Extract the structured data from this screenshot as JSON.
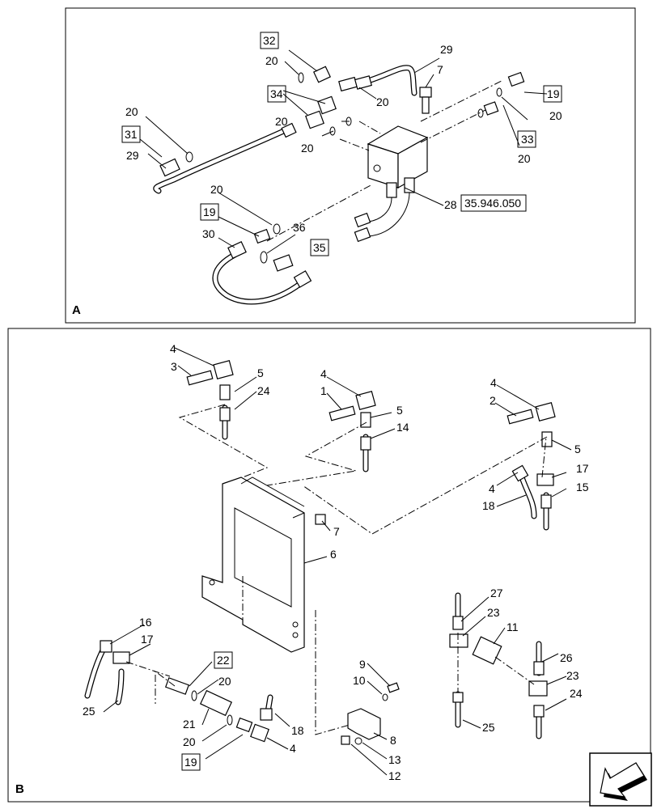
{
  "panels": [
    {
      "id": "A",
      "letter": "A"
    },
    {
      "id": "B",
      "letter": "B"
    }
  ],
  "panel_a": {
    "callouts": [
      {
        "text": "32",
        "boxed": true
      },
      {
        "text": "20",
        "boxed": false
      },
      {
        "text": "29",
        "boxed": false
      },
      {
        "text": "7",
        "boxed": false
      },
      {
        "text": "34",
        "boxed": true
      },
      {
        "text": "20",
        "boxed": false
      },
      {
        "text": "20",
        "boxed": false
      },
      {
        "text": "19",
        "boxed": true
      },
      {
        "text": "20",
        "boxed": false
      },
      {
        "text": "20",
        "boxed": false
      },
      {
        "text": "33",
        "boxed": true
      },
      {
        "text": "20",
        "boxed": false
      },
      {
        "text": "31",
        "boxed": true
      },
      {
        "text": "29",
        "boxed": false
      },
      {
        "text": "20",
        "boxed": false
      },
      {
        "text": "20",
        "boxed": false
      },
      {
        "text": "19",
        "boxed": true
      },
      {
        "text": "36",
        "boxed": false
      },
      {
        "text": "30",
        "boxed": false
      },
      {
        "text": "35",
        "boxed": true
      },
      {
        "text": "28",
        "boxed": false
      },
      {
        "text": "35.946.050",
        "boxed": true
      }
    ]
  },
  "panel_b": {
    "callouts": [
      {
        "text": "4"
      },
      {
        "text": "3"
      },
      {
        "text": "5"
      },
      {
        "text": "24"
      },
      {
        "text": "4"
      },
      {
        "text": "1"
      },
      {
        "text": "5"
      },
      {
        "text": "14"
      },
      {
        "text": "4"
      },
      {
        "text": "2"
      },
      {
        "text": "5"
      },
      {
        "text": "4"
      },
      {
        "text": "17"
      },
      {
        "text": "15"
      },
      {
        "text": "18"
      },
      {
        "text": "7"
      },
      {
        "text": "6"
      },
      {
        "text": "27"
      },
      {
        "text": "23"
      },
      {
        "text": "11"
      },
      {
        "text": "26"
      },
      {
        "text": "23"
      },
      {
        "text": "24"
      },
      {
        "text": "25"
      },
      {
        "text": "16"
      },
      {
        "text": "17"
      },
      {
        "text": "25"
      },
      {
        "text": "22",
        "boxed": true
      },
      {
        "text": "20"
      },
      {
        "text": "21"
      },
      {
        "text": "20"
      },
      {
        "text": "19",
        "boxed": true
      },
      {
        "text": "18"
      },
      {
        "text": "4"
      },
      {
        "text": "9"
      },
      {
        "text": "10"
      },
      {
        "text": "8"
      },
      {
        "text": "13"
      },
      {
        "text": "12"
      }
    ]
  },
  "nav_icon": "arrow-back-icon"
}
